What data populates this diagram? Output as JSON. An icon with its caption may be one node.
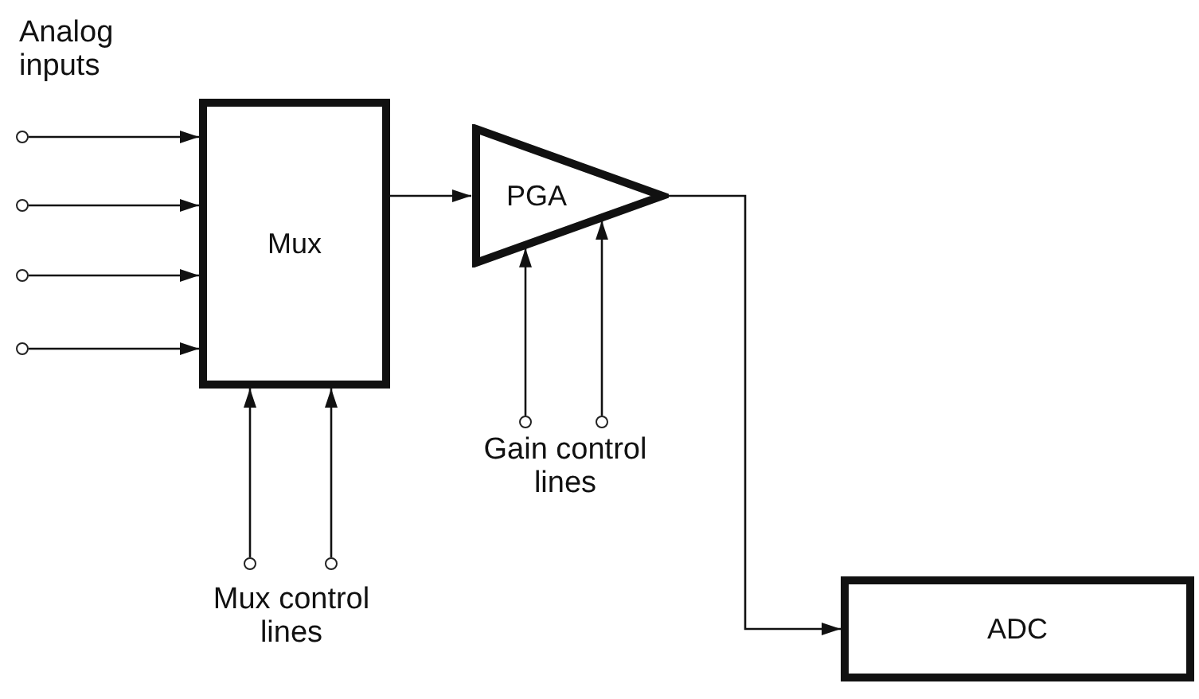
{
  "diagram": {
    "nodes": [
      {
        "text": [],
        "shape": "circle"
      },
      {
        "text": [],
        "shape": "circle"
      },
      {
        "text": [],
        "shape": "circle"
      },
      {
        "text": [],
        "shape": "circle"
      },
      {
        "text": [
          "Mux"
        ]
      },
      {
        "text": [
          "PGA"
        ]
      },
      {
        "text": [],
        "shape": "circle"
      },
      {
        "text": [],
        "shape": "circle"
      },
      {
        "text": [],
        "shape": "circle"
      },
      {
        "text": [],
        "shape": "circle"
      },
      {
        "text": [
          "ADC"
        ]
      }
    ],
    "edges": [
      {
        "from": 0,
        "to": 4,
        "arrow": "to"
      },
      {
        "from": 1,
        "to": 4,
        "arrow": "to"
      },
      {
        "from": 2,
        "to": 4,
        "arrow": "to"
      },
      {
        "from": 3,
        "to": 4,
        "arrow": "to"
      },
      {
        "from": 4,
        "to": 5,
        "arrow": "to"
      },
      {
        "from": 5,
        "to": 10,
        "arrow": "to"
      },
      {
        "from": 6,
        "to": 5,
        "arrow": "to"
      },
      {
        "from": 7,
        "to": 5,
        "arrow": "to"
      },
      {
        "from": 8,
        "to": 4,
        "arrow": "to"
      },
      {
        "from": 9,
        "to": 4,
        "arrow": "to"
      }
    ],
    "labels": [
      "Analog inputs",
      "Gain control lines",
      "Mux control lines"
    ]
  }
}
